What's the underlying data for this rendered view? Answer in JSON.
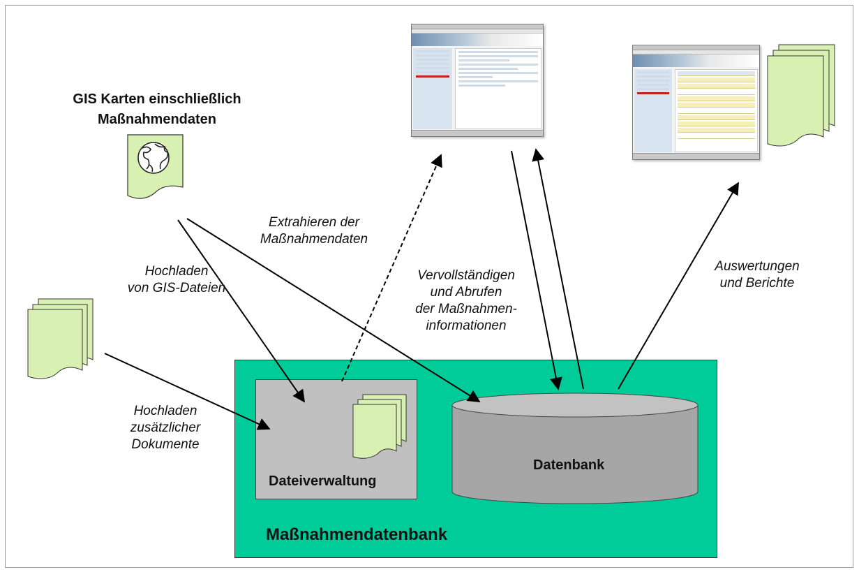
{
  "labels": {
    "gis_title": "GIS Karten einschließlich\nMaßnahmendaten",
    "extrahieren": "Extrahieren der\nMaßnahmendaten",
    "hochladen_gis": "Hochladen\nvon GIS-Dateien",
    "vervollstaendigen": "Vervollständigen\nund Abrufen\nder Maßnahmen-\ninformationen",
    "auswertungen": "Auswertungen\nund Berichte",
    "hochladen_dok": "Hochladen\nzusätzlicher\nDokumente",
    "dateiverwaltung": "Dateiverwaltung",
    "datenbank": "Datenbank",
    "massnahmendatenbank": "Maßnahmendatenbank"
  },
  "colors": {
    "db_box": "#00cc99",
    "file_box": "#c0c0c0",
    "cylinder": "#a6a6a6",
    "document": "#d9f0b3"
  },
  "icons": [
    "globe-document-icon",
    "document-stack-icon",
    "browser-screenshot"
  ]
}
